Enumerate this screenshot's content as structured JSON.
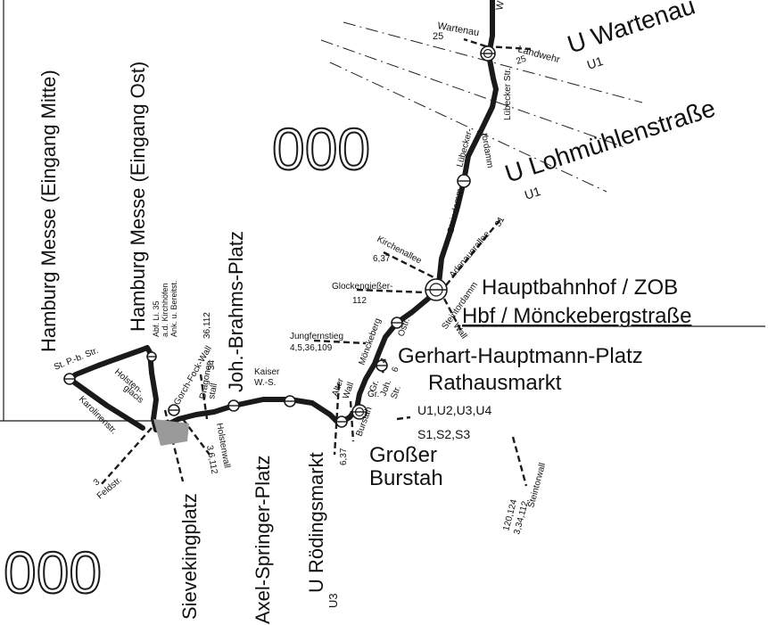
{
  "colors": {
    "ink": "#1a1a1a",
    "paper": "#ffffff",
    "shade": "#9a9a9a"
  },
  "stations": {
    "wartenau": "U Wartenau",
    "wartenau_line": "U1",
    "wartenau_top": "W",
    "luebecker_str": "U Lohmühlenstraße",
    "luebecker_line": "U1",
    "hbf": "Hauptbahnhof / ZOB",
    "hbf_moenck": "Hbf / Mönckebergstraße",
    "ghp": "Gerhart-Hauptmann-Platz",
    "rathausmarkt": "Rathausmarkt",
    "rathaus_lines_u": "U1,U2,U3,U4",
    "rathaus_lines_s": "S1,S2,S3",
    "grosser_burstah_1": "Großer",
    "grosser_burstah_2": "Burstah",
    "roedingsmarkt": "U Rödingsmarkt",
    "roedingsmarkt_line": "U3",
    "axel_springer": "Axel-Springer-Platz",
    "sievekingplatz": "Sievekingplatz",
    "joh_brahms": "Joh.-Brahms-Platz",
    "messe_ost": "Hamburg Messe (Eingang Ost)",
    "messe_mitte": "Hamburg Messe (Eingang Mitte)"
  },
  "zone_labels": {
    "top": "000",
    "bottom": "000"
  },
  "streets": {
    "wartenau": "Wartenau",
    "wartenau_route": "25",
    "landwehr": "Landwehr",
    "luebecker_str": "Lübecker Str.",
    "luebecker_str_route": "25",
    "luebeckertordamm_1": "Lübecker-",
    "luebeckertordamm_2": "tordamm",
    "steindamm": "Steindamm",
    "adenauerallee": "Adenauerallee",
    "adenauer_route": "31",
    "kirchenallee": "Kirchenallee",
    "kirchenallee_route": "6,37",
    "glockengiesser": "Glockengießer-",
    "glockengiesser_route": "112",
    "steintordamm": "Steintordamm",
    "wall": "Wall",
    "jungfernstieg": "Jungfernstieg",
    "jungfernstieg_route": "4,5,36,109",
    "moenckeberg": "Mönckeberg",
    "ostr": "Ostr.",
    "route_4": "4",
    "route_6": "6",
    "joh_str_1": "Gr.",
    "joh_str_2": "Joh.",
    "joh_str_3": "Str.",
    "gr_burstah_1": "Gr.",
    "gr_burstah_2": "Burstah",
    "alter_wall_1": "Alter",
    "alter_wall_2": "Wall",
    "roeding_route": "6,37",
    "steintorwall": "Steintorwall",
    "steintorwall_route_1": "3,34,112,",
    "steintorwall_route_2": "120,124",
    "kaiser_ws_1": "Kaiser",
    "kaiser_ws_2": "W.-S.",
    "gorch_fock": "Gorch-Fock-Wall",
    "gorch_fock_route": "36,112",
    "dragoner_1": "Dragoner-",
    "dragoner_2": "stall",
    "dragoner_route": "34",
    "holstenwall": "Holstenwall",
    "holstenwall_route": "3,6,112",
    "holstenglacis_1": "Holsten-",
    "holstenglacis_2": "glacis",
    "karolinenstr": "Karolinenstr.",
    "feldstr": "Feldstr.",
    "feldstr_route": "3",
    "st_pb_str": "St. P.-b. Str.",
    "messe_note_1": "Abf. Li. 35",
    "messe_note_2": "a.d. Kirchhöfen",
    "messe_note_3": "Ank. u. Bereitst."
  }
}
